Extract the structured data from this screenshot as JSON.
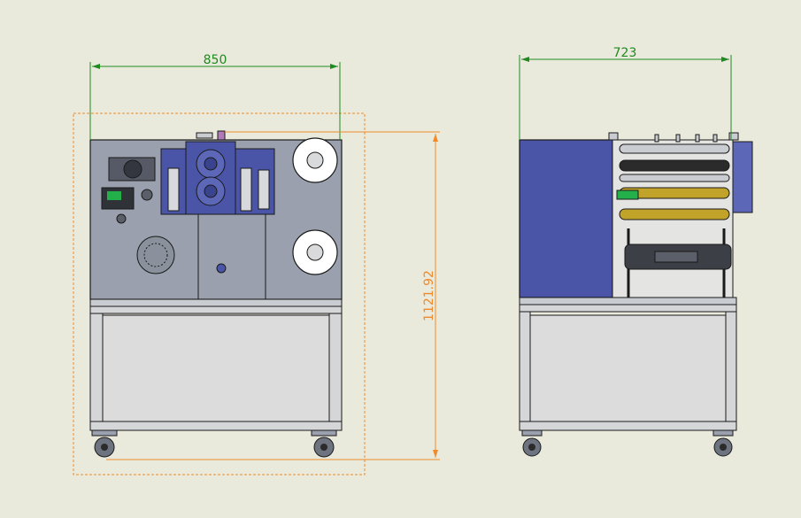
{
  "colors": {
    "background": "#e9e9dc",
    "dimension_green": "#1f8a1f",
    "dimension_orange": "#f08a2a",
    "panel_gray": "#9aa0ad",
    "panel_blue": "#4a55a8",
    "frame_gray": "#d4d6d8",
    "roller_dark": "#2b2b2b",
    "roller_gold": "#c2a32a",
    "outline": "#1a1a1a"
  },
  "front_view": {
    "width_label": "850",
    "height_label": "1121.92"
  },
  "side_view": {
    "width_label": "723"
  }
}
